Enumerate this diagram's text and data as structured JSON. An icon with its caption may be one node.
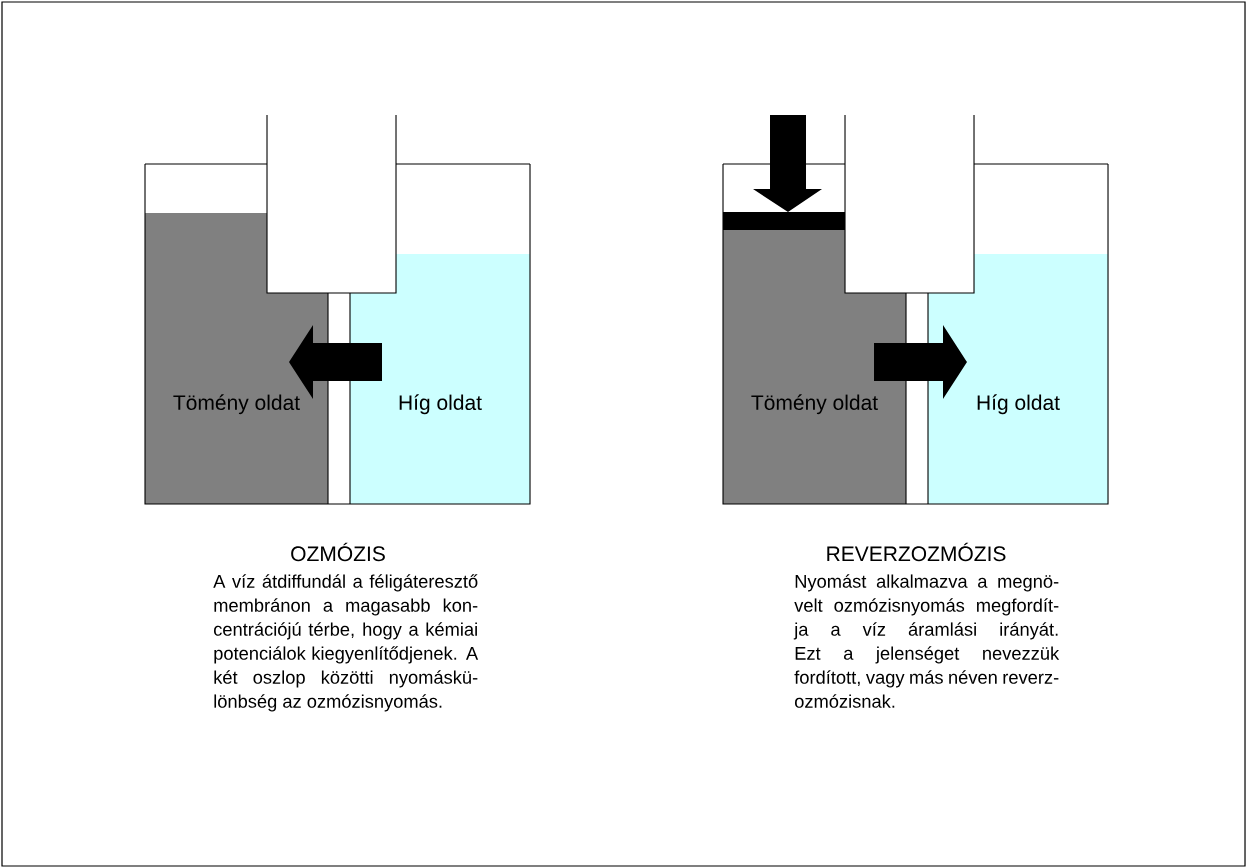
{
  "diagram": {
    "nodes": [
      {
        "text": [
          "Tömény oldat"
        ]
      },
      {
        "text": [
          "Híg oldat"
        ]
      },
      {
        "text": [
          "Tömény oldat"
        ]
      },
      {
        "text": [
          "Híg oldat"
        ]
      }
    ],
    "edges": [
      {
        "from": 1,
        "to": 0,
        "arrow": "to"
      },
      {
        "from": 2,
        "to": 3,
        "arrow": "to"
      }
    ],
    "labels": [
      "OZMÓZIS",
      "REVERZOZMÓZIS",
      "A víz átdiffundál a féligáteresztő membránon a magasabb kon-centrációjú térbe, hogy a kémiai potenciálok kiegyenlítődjenek. A két oszlop közötti nyomáskü-lönbség az ozmózisnyomás.",
      "Nyomást alkalmazva a megnö-velt ozmózisnyomás megfordít-ja a víz áramlási irányát. Ezt a jelenséget nevezzük fordított, vagy más néven reverz-ozmózisnak."
    ]
  }
}
